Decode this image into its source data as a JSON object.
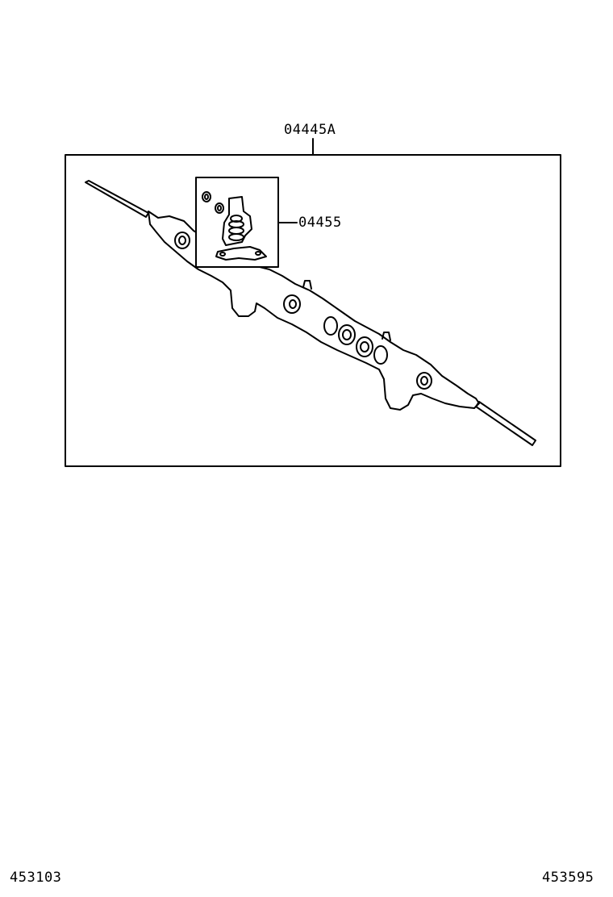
{
  "labels": {
    "assembly_kit": "04445A",
    "sub_kit": "04455",
    "footer_left": "453103",
    "footer_right": "453595"
  },
  "colors": {
    "line": "#000000",
    "background": "#ffffff"
  },
  "parts": [
    "steering-rack-assembly",
    "gear-housing-sub-kit"
  ]
}
